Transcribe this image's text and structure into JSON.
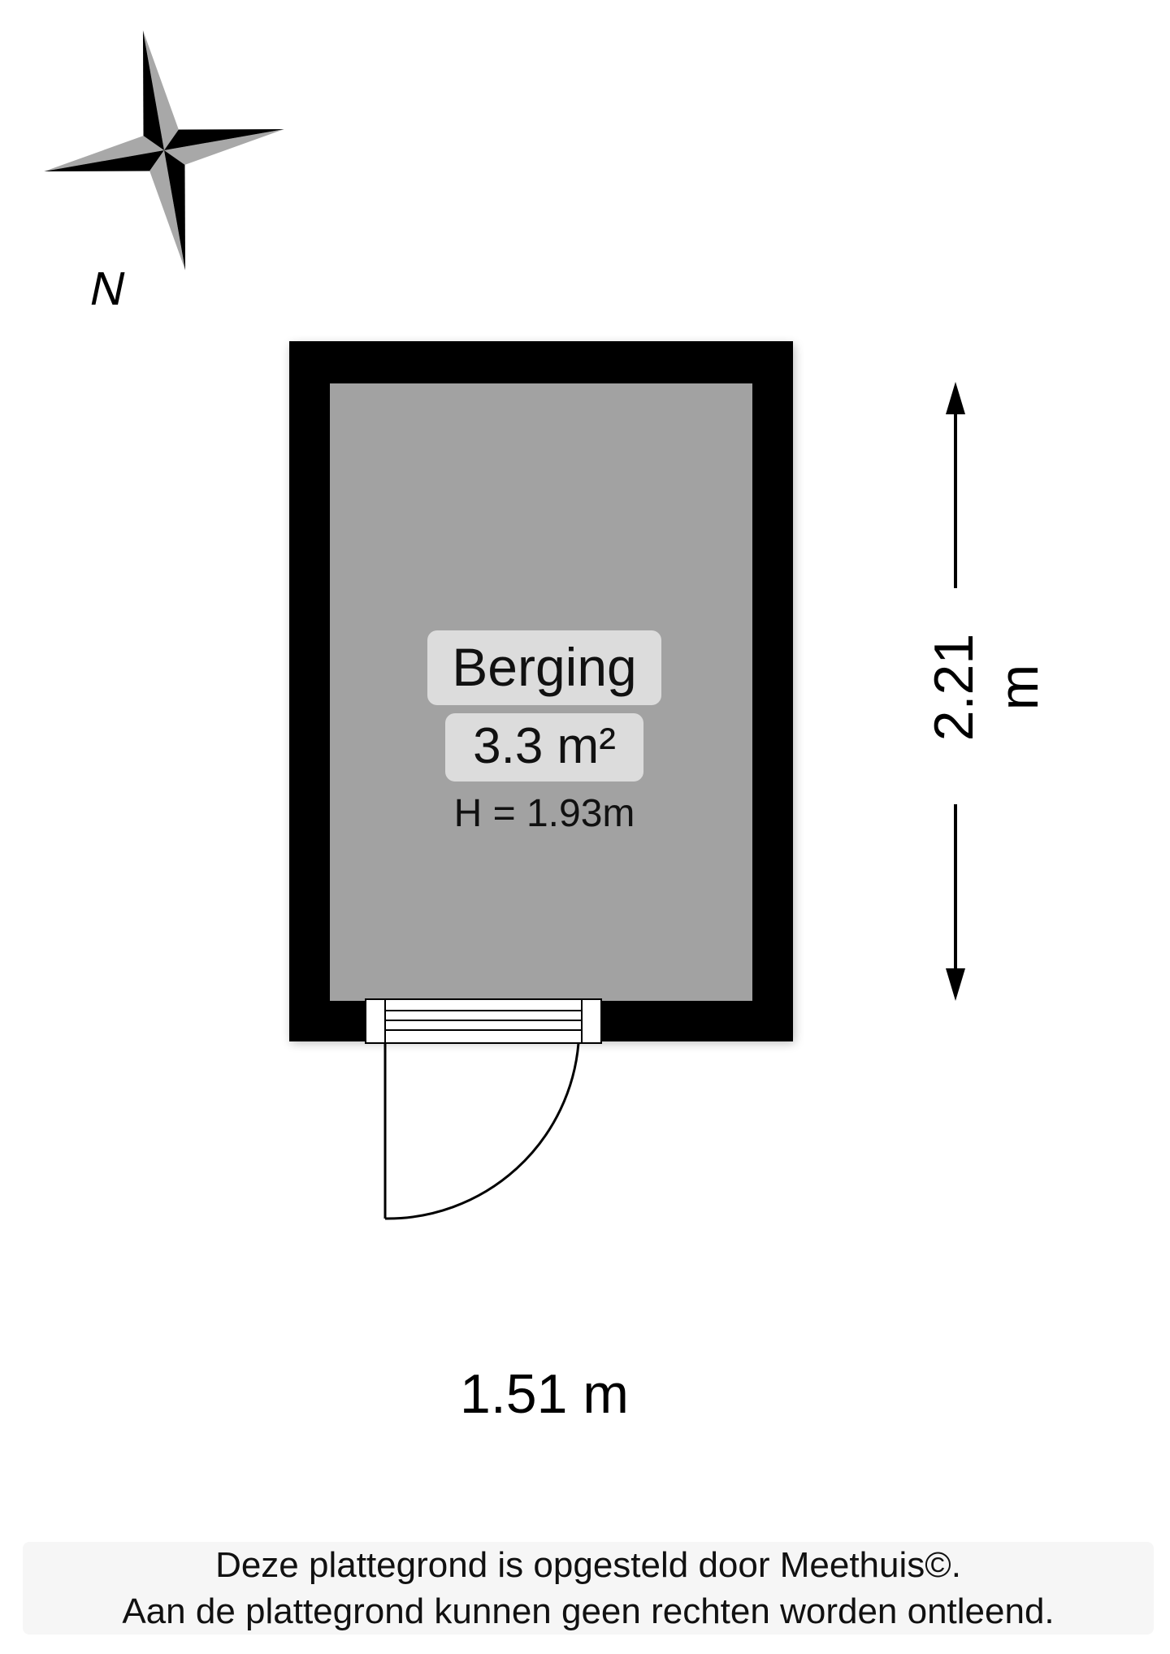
{
  "compass": {
    "north_label": "N",
    "icon": "compass-rose-icon"
  },
  "room": {
    "name": "Berging",
    "area": "3.3 m²",
    "height": "H = 1.93m"
  },
  "dimensions": {
    "width": "1.51 m",
    "length": "2.21 m"
  },
  "disclaimer": {
    "line1": "Deze plattegrond is opgesteld door Meethuis©.",
    "line2": "Aan de plattegrond kunnen geen rechten worden ontleend."
  },
  "colors": {
    "wall": "#000000",
    "floor": "#a2a2a2",
    "label_background": "#dcdcdc",
    "disclaimer_background": "#f6f6f6"
  }
}
